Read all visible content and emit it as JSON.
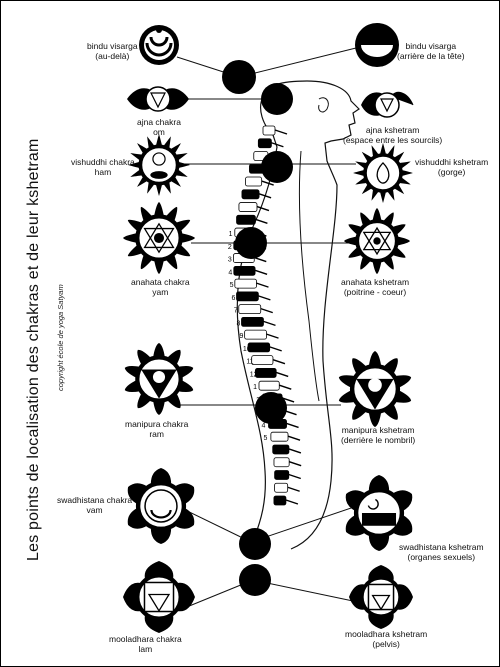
{
  "title": "Les points de localisation des chakras et de leur kshetram",
  "copyright": "copyright école de yoga Satyam",
  "chakras": [
    {
      "name": "bindu visarga",
      "note": "(au-delà)",
      "kname": "bindu visarga",
      "knote": "(arrière de la tête)"
    },
    {
      "name": "ajna chakra",
      "note": "om",
      "kname": "ajna kshetram",
      "knote": "(espace entre les sourcils)"
    },
    {
      "name": "vishuddhi chakra",
      "note": "ham",
      "kname": "vishuddhi kshetram",
      "knote": "(gorge)"
    },
    {
      "name": "anahata chakra",
      "note": "yam",
      "kname": "anahata kshetram",
      "knote": "(poitrine - coeur)"
    },
    {
      "name": "manipura chakra",
      "note": "ram",
      "kname": "manipura kshetram",
      "knote": "(derrière le nombril)"
    },
    {
      "name": "swadhistana chakra",
      "note": "vam",
      "kname": "swadhistana kshetram",
      "knote": "(organes sexuels)"
    },
    {
      "name": "mooladhara chakra",
      "note": "lam",
      "kname": "mooladhara kshetram",
      "knote": "(pelvis)"
    }
  ],
  "vertebrae": [
    "1",
    "2",
    "3",
    "4",
    "5",
    "6",
    "7",
    "8",
    "9",
    "10",
    "11",
    "12",
    "1",
    "2",
    "3",
    "4",
    "5"
  ]
}
